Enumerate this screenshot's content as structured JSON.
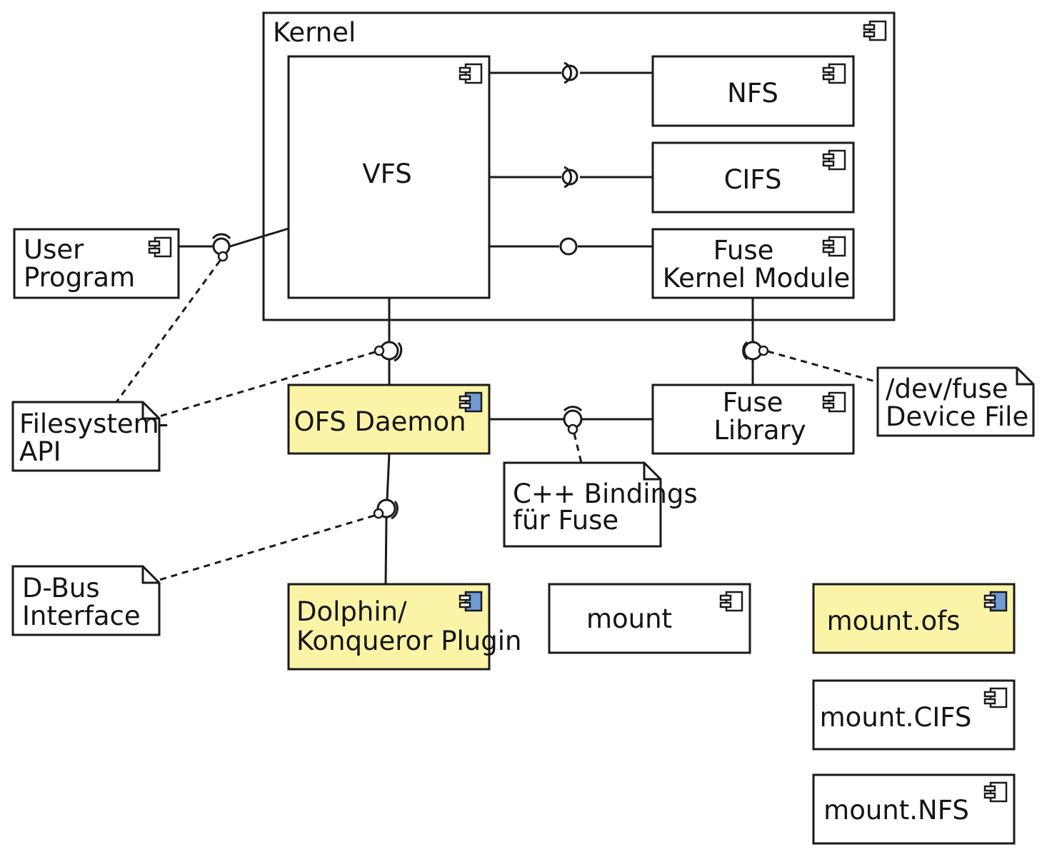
{
  "components": {
    "kernel": {
      "label": "Kernel"
    },
    "vfs": {
      "label": "VFS"
    },
    "nfs": {
      "label": "NFS"
    },
    "cifs": {
      "label": "CIFS"
    },
    "fuse_kernel_module": {
      "lines": [
        "Fuse",
        "Kernel Module"
      ]
    },
    "user_program": {
      "lines": [
        "User",
        "Program"
      ]
    },
    "ofs_daemon": {
      "label": "OFS Daemon"
    },
    "fuse_library": {
      "lines": [
        "Fuse",
        "Library"
      ]
    },
    "dolphin_plugin": {
      "lines": [
        "Dolphin/",
        "Konqueror Plugin"
      ]
    },
    "mount": {
      "label": "mount"
    },
    "mount_ofs": {
      "label": "mount.ofs"
    },
    "mount_cifs": {
      "label": "mount.CIFS"
    },
    "mount_nfs": {
      "label": "mount.NFS"
    }
  },
  "notes": {
    "filesystem_api": {
      "lines": [
        "Filesystem-",
        "API"
      ]
    },
    "dbus_interface": {
      "lines": [
        "D-Bus",
        "Interface"
      ]
    },
    "cpp_bindings": {
      "lines": [
        "C++ Bindings",
        "für Fuse"
      ]
    },
    "dev_fuse": {
      "lines": [
        "/dev/fuse",
        "Device File"
      ]
    }
  },
  "colors": {
    "highlight_fill": "#fbf4a6",
    "icon_blue": "#6f9bd6",
    "stroke": "#1a1a1a"
  }
}
